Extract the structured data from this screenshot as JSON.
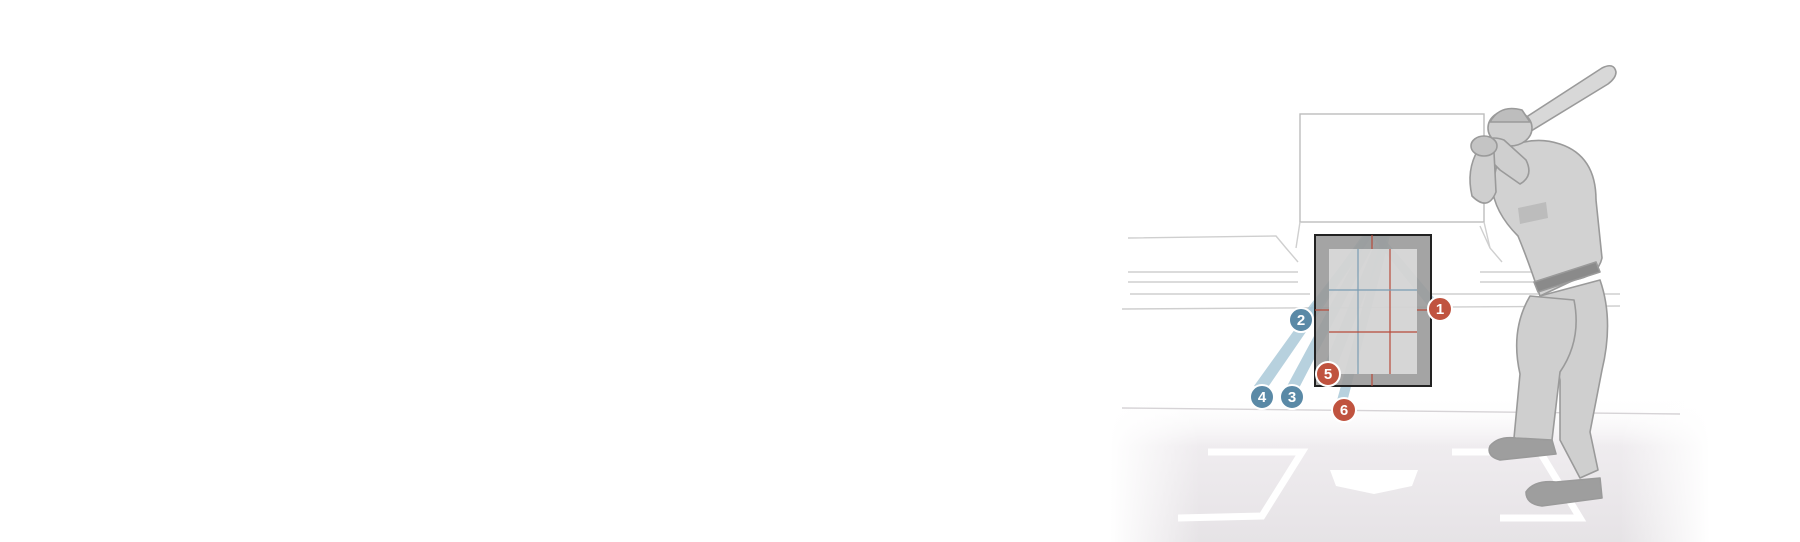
{
  "colors": {
    "background": "#ffffff",
    "ground": "#ebe8ea",
    "field_line": "#d2cfd2",
    "scoreboard_outline": "#bdbdbd",
    "strike_zone_frame": "#9a9a9a",
    "strike_zone_border": "#222222",
    "zone_grid_blue": "#7a9cb2",
    "zone_grid_red": "#b74a3a",
    "trajectory": "#9fc1d3",
    "marker_blue": "#5a89a6",
    "marker_red": "#c0533f",
    "batter_fill": "#cfcfcf",
    "batter_stroke": "#9a9a9a",
    "bat": "#d8d8d8"
  },
  "pitches": [
    {
      "label": "1",
      "color": "marker_red"
    },
    {
      "label": "2",
      "color": "marker_blue"
    },
    {
      "label": "3",
      "color": "marker_blue"
    },
    {
      "label": "4",
      "color": "marker_blue"
    },
    {
      "label": "5",
      "color": "marker_red"
    },
    {
      "label": "6",
      "color": "marker_red"
    }
  ],
  "icons": {
    "batter": "batter-figure-icon",
    "home_plate": "home-plate-icon"
  }
}
